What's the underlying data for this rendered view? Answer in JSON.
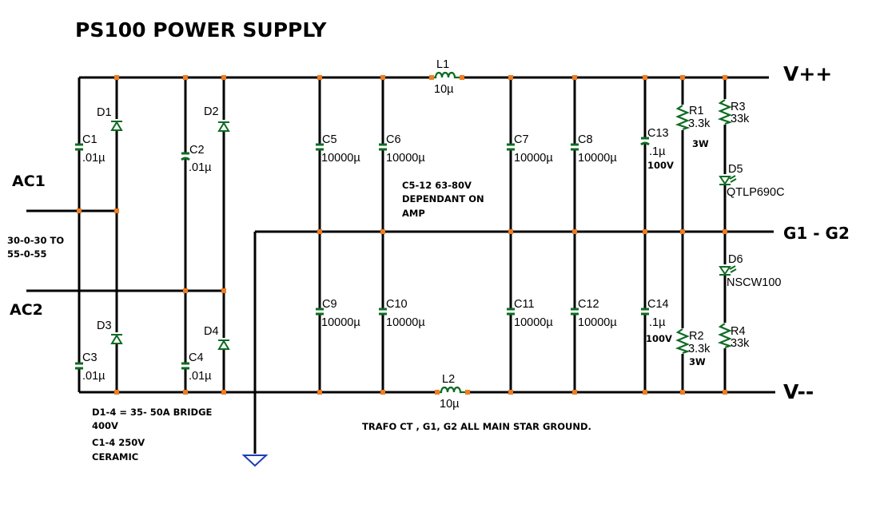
{
  "title": "PS100 POWER SUPPLY",
  "rails": {
    "vpos": "V++",
    "gnd": "G1 - G2",
    "vneg": "V--"
  },
  "inputs": {
    "ac1": "AC1",
    "ac2": "AC2",
    "voltage_line1": "30-0-30 TO",
    "voltage_line2": "55-0-55"
  },
  "components": {
    "D1": "D1",
    "D2": "D2",
    "D3": "D3",
    "D4": "D4",
    "C1": "C1",
    "C1_val": ".01µ",
    "C2": "C2",
    "C2_val": ".01µ",
    "C3": "C3",
    "C3_val": ".01µ",
    "C4": "C4",
    "C4_val": ".01µ",
    "C5": "C5",
    "C5_val": "10000µ",
    "C6": "C6",
    "C6_val": "10000µ",
    "C7": "C7",
    "C7_val": "10000µ",
    "C8": "C8",
    "C8_val": "10000µ",
    "C9": "C9",
    "C9_val": "10000µ",
    "C10": "C10",
    "C10_val": "10000µ",
    "C11": "C11",
    "C11_val": "10000µ",
    "C12": "C12",
    "C12_val": "10000µ",
    "C13": "C13",
    "C13_val": ".1µ",
    "C13_rating": "100V",
    "C14": "C14",
    "C14_val": ".1µ",
    "C14_rating": "100V",
    "L1": "L1",
    "L1_val": "10µ",
    "L2": "L2",
    "L2_val": "10µ",
    "R1": "R1",
    "R1_val": "3.3k",
    "R1_power": "3W",
    "R2": "R2",
    "R2_val": "3.3k",
    "R2_power": "3W",
    "R3": "R3",
    "R3_val": "33k",
    "R4": "R4",
    "R4_val": "33k",
    "D5": "D5",
    "D5_part": "QTLP690C",
    "D6": "D6",
    "D6_part": "NSCW100"
  },
  "notes": {
    "cap_line1": "C5-12 63-80V",
    "cap_line2": "DEPENDANT ON",
    "cap_line3": "AMP",
    "bridge_line1": "D1-4 = 35- 50A BRIDGE",
    "bridge_line2": "400V",
    "ceramic_line1": "C1-4 250V",
    "ceramic_line2": "CERAMIC",
    "ground": "TRAFO CT , G1, G2 ALL MAIN STAR GROUND."
  },
  "colors": {
    "wire": "#000000",
    "component": "#0d6b22",
    "node": "#ef7d22",
    "ground_symbol": "#1e3fb5"
  }
}
